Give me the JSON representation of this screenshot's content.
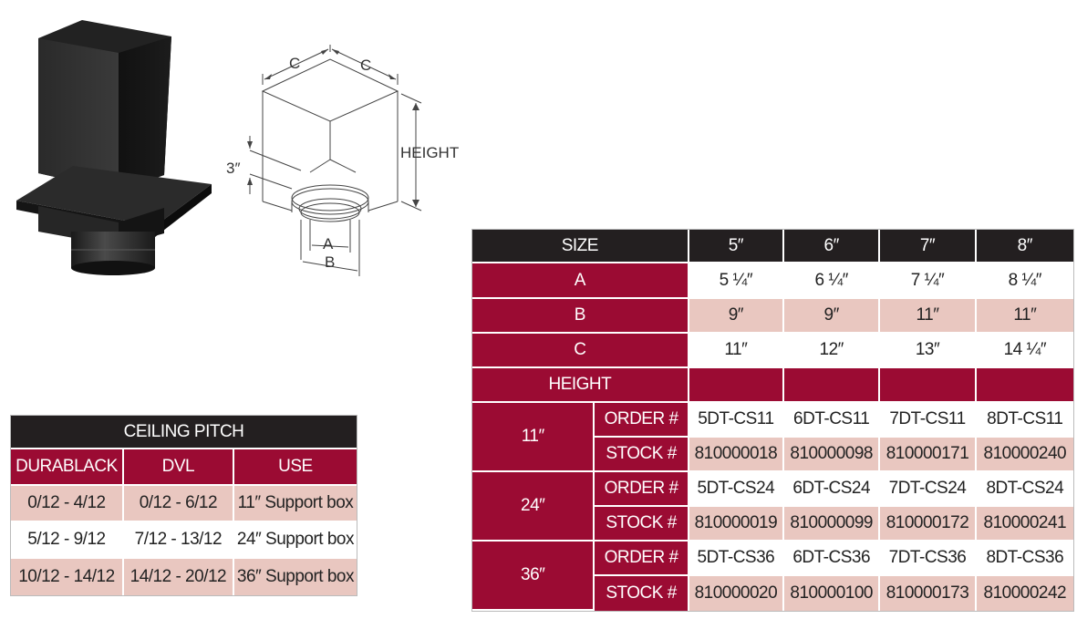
{
  "diagram": {
    "labels": {
      "c_left": "C",
      "c_right": "C",
      "height": "HEIGHT",
      "three_in": "3″",
      "a": "A",
      "b": "B"
    }
  },
  "spec_table": {
    "header": [
      "SIZE",
      "5″",
      "6″",
      "7″",
      "8″"
    ],
    "rows": [
      {
        "label": "A",
        "values": [
          "5 ¼″",
          "6 ¼″",
          "7 ¼″",
          "8 ¼″"
        ]
      },
      {
        "label": "B",
        "values": [
          "9″",
          "9″",
          "11″",
          "11″"
        ]
      },
      {
        "label": "C",
        "values": [
          "11″",
          "12″",
          "13″",
          "14 ¼″"
        ]
      }
    ],
    "height_label": "HEIGHT",
    "height_groups": [
      {
        "height": "11″",
        "order_label": "ORDER #",
        "order": [
          "5DT-CS11",
          "6DT-CS11",
          "7DT-CS11",
          "8DT-CS11"
        ],
        "stock_label": "STOCK #",
        "stock": [
          "810000018",
          "810000098",
          "810000171",
          "810000240"
        ]
      },
      {
        "height": "24″",
        "order_label": "ORDER #",
        "order": [
          "5DT-CS24",
          "6DT-CS24",
          "7DT-CS24",
          "8DT-CS24"
        ],
        "stock_label": "STOCK #",
        "stock": [
          "810000019",
          "810000099",
          "810000172",
          "810000241"
        ]
      },
      {
        "height": "36″",
        "order_label": "ORDER #",
        "order": [
          "5DT-CS36",
          "6DT-CS36",
          "7DT-CS36",
          "8DT-CS36"
        ],
        "stock_label": "STOCK #",
        "stock": [
          "810000020",
          "810000100",
          "810000173",
          "810000242"
        ]
      }
    ]
  },
  "pitch_table": {
    "title": "CEILING PITCH",
    "columns": [
      "DURABLACK",
      "DVL",
      "USE"
    ],
    "rows": [
      [
        "0/12 - 4/12",
        "0/12 - 6/12",
        "11″ Support box"
      ],
      [
        "5/12 - 9/12",
        "7/12 - 13/12",
        "24″ Support box"
      ],
      [
        "10/12 - 14/12",
        "14/12 - 20/12",
        "36″ Support box"
      ]
    ]
  },
  "colors": {
    "header": "#231f20",
    "accent": "#9b0b33",
    "stripe": "#e9c7c0"
  }
}
